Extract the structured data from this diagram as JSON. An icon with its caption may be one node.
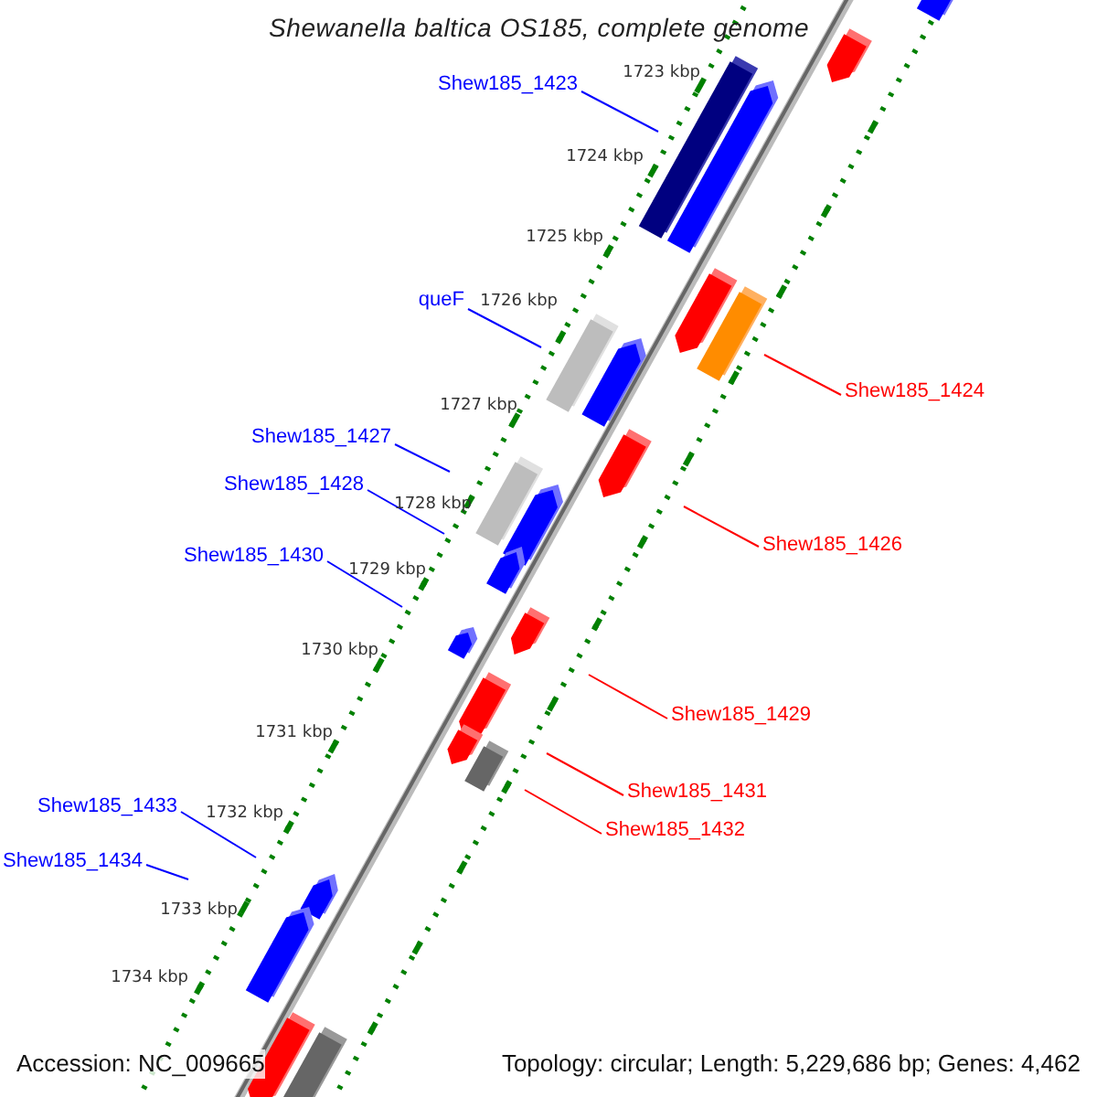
{
  "diagram": {
    "title": "Shewanella baltica OS185, complete genome",
    "nodes": [
      {
        "text": [
          "Shew185_1423"
        ]
      },
      {
        "text": [
          "queF"
        ]
      },
      {
        "text": [
          "Shew185_1427"
        ]
      },
      {
        "text": [
          "Shew185_1428"
        ]
      },
      {
        "text": [
          "Shew185_1430"
        ]
      },
      {
        "text": [
          "Shew185_1433"
        ]
      },
      {
        "text": [
          "Shew185_1434"
        ]
      },
      {
        "text": [
          "Shew185_1424"
        ]
      },
      {
        "text": [
          "Shew185_1426"
        ]
      },
      {
        "text": [
          "Shew185_1429"
        ]
      },
      {
        "text": [
          "Shew185_1431"
        ]
      },
      {
        "text": [
          "Shew185_1432"
        ]
      }
    ],
    "edges": [
      {
        "from": 0,
        "to": null,
        "arrow": "none"
      },
      {
        "from": 1,
        "to": null,
        "arrow": "none"
      },
      {
        "from": 2,
        "to": null,
        "arrow": "none"
      },
      {
        "from": 3,
        "to": null,
        "arrow": "none"
      },
      {
        "from": 4,
        "to": null,
        "arrow": "none"
      },
      {
        "from": 5,
        "to": null,
        "arrow": "none"
      },
      {
        "from": 6,
        "to": null,
        "arrow": "none"
      },
      {
        "from": 7,
        "to": null,
        "arrow": "none",
        "color": "#ff0000"
      },
      {
        "from": 8,
        "to": null,
        "arrow": "none",
        "color": "#ff0000"
      },
      {
        "from": 9,
        "to": null,
        "arrow": "none",
        "color": "#ff0000"
      },
      {
        "from": 10,
        "to": null,
        "arrow": "none",
        "color": "#ff0000"
      },
      {
        "from": 11,
        "to": null,
        "arrow": "none",
        "color": "#ff0000"
      }
    ],
    "labels": [
      "1723 kbp",
      "1724 kbp",
      "1725 kbp",
      "1726 kbp",
      "1727 kbp",
      "1728 kbp",
      "1729 kbp",
      "1730 kbp",
      "1731 kbp",
      "1732 kbp",
      "1733 kbp",
      "1734 kbp",
      "Accession: NC_009665",
      "Topology: circular; Length: 5,229,686 bp; Genes: 4,462"
    ]
  }
}
